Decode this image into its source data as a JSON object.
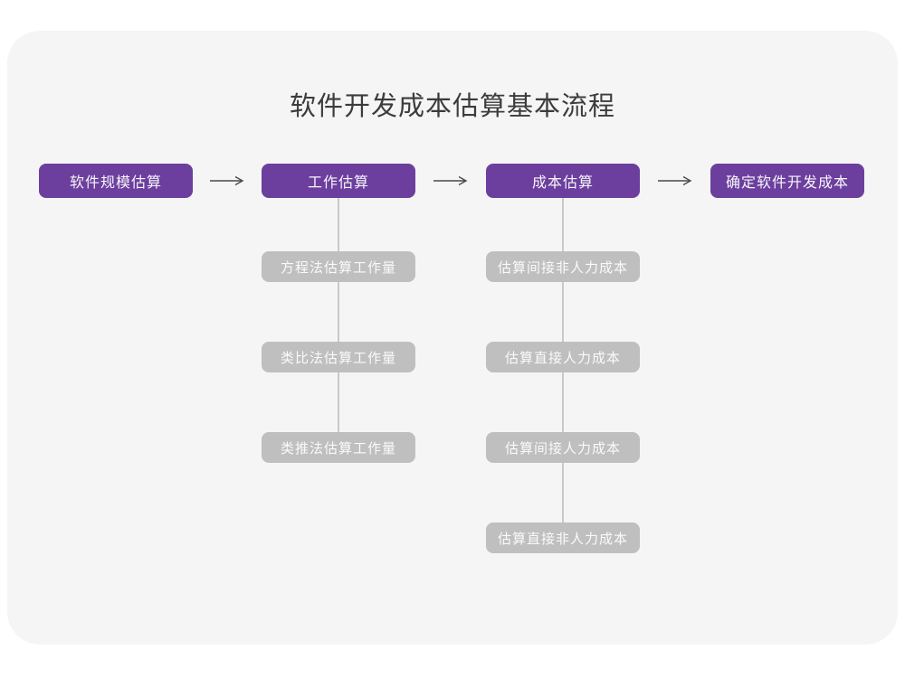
{
  "title": "软件开发成本估算基本流程",
  "flow": {
    "stages": [
      {
        "label": "软件规模估算",
        "substeps": []
      },
      {
        "label": "工作估算",
        "substeps": [
          "方程法估算工作量",
          "类比法估算工作量",
          "类推法估算工作量"
        ]
      },
      {
        "label": "成本估算",
        "substeps": [
          "估算间接非人力成本",
          "估算直接人力成本",
          "估算间接人力成本",
          "估算直接非人力成本"
        ]
      },
      {
        "label": "确定软件开发成本",
        "substeps": []
      }
    ],
    "arrow_icon": "right-arrow"
  },
  "colors": {
    "stage_fill": "#6c3f9e",
    "substep_fill": "#bfbfbf",
    "connector_line": "#c9c9c9",
    "arrow_stroke": "#4a4a4a",
    "card_background": "#f5f5f6",
    "page_background": "#ffffff",
    "title_text": "#3c3c3c"
  }
}
